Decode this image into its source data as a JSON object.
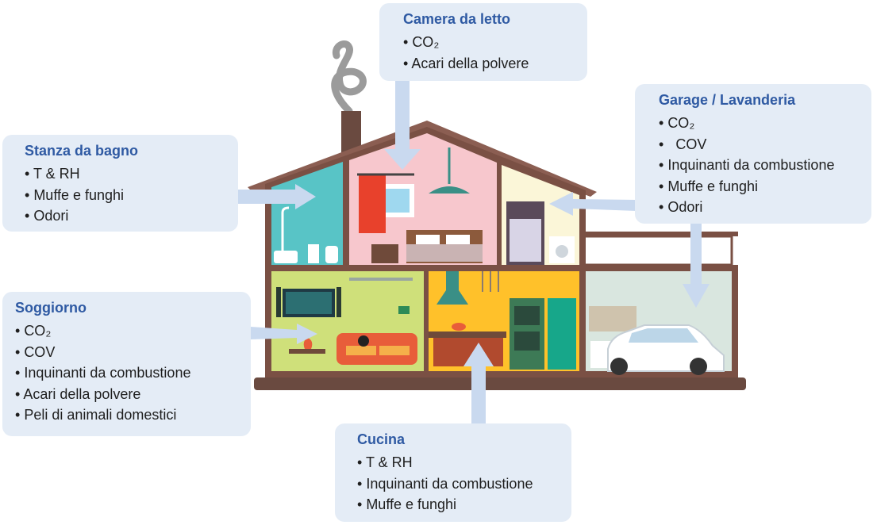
{
  "palette": {
    "callout_bg": "#e4ecf6",
    "title_color": "#2f5aa3",
    "arrow_color": "#c9d9ef",
    "roof_brown": "#8b5e52",
    "bathroom_teal": "#58c4c6",
    "bedroom_pink": "#f7c7cd",
    "laundry_cream": "#fbf6d8",
    "living_green": "#cfe07a",
    "kitchen_yellow": "#ffc12a",
    "garage_grey": "#d9e6df"
  },
  "callouts": [
    {
      "id": "bathroom",
      "title": "Stanza da bagno",
      "items": [
        "T & RH",
        "Muffe e funghi",
        "Odori"
      ]
    },
    {
      "id": "bedroom",
      "title": "Camera da letto",
      "items": [
        "CO₂",
        "Acari della polvere"
      ]
    },
    {
      "id": "garage",
      "title": "Garage / Lavanderia",
      "items": [
        "CO₂",
        " COV",
        "Inquinanti da combustione",
        "Muffe e funghi",
        "Odori"
      ]
    },
    {
      "id": "living",
      "title": "Soggiorno",
      "items": [
        "CO₂",
        "COV",
        "Inquinanti da combustione",
        "Acari della polvere",
        "Peli di animali domestici"
      ]
    },
    {
      "id": "kitchen",
      "title": "Cucina",
      "items": [
        "T & RH",
        "Inquinanti da combustione",
        "Muffe e funghi"
      ]
    }
  ]
}
